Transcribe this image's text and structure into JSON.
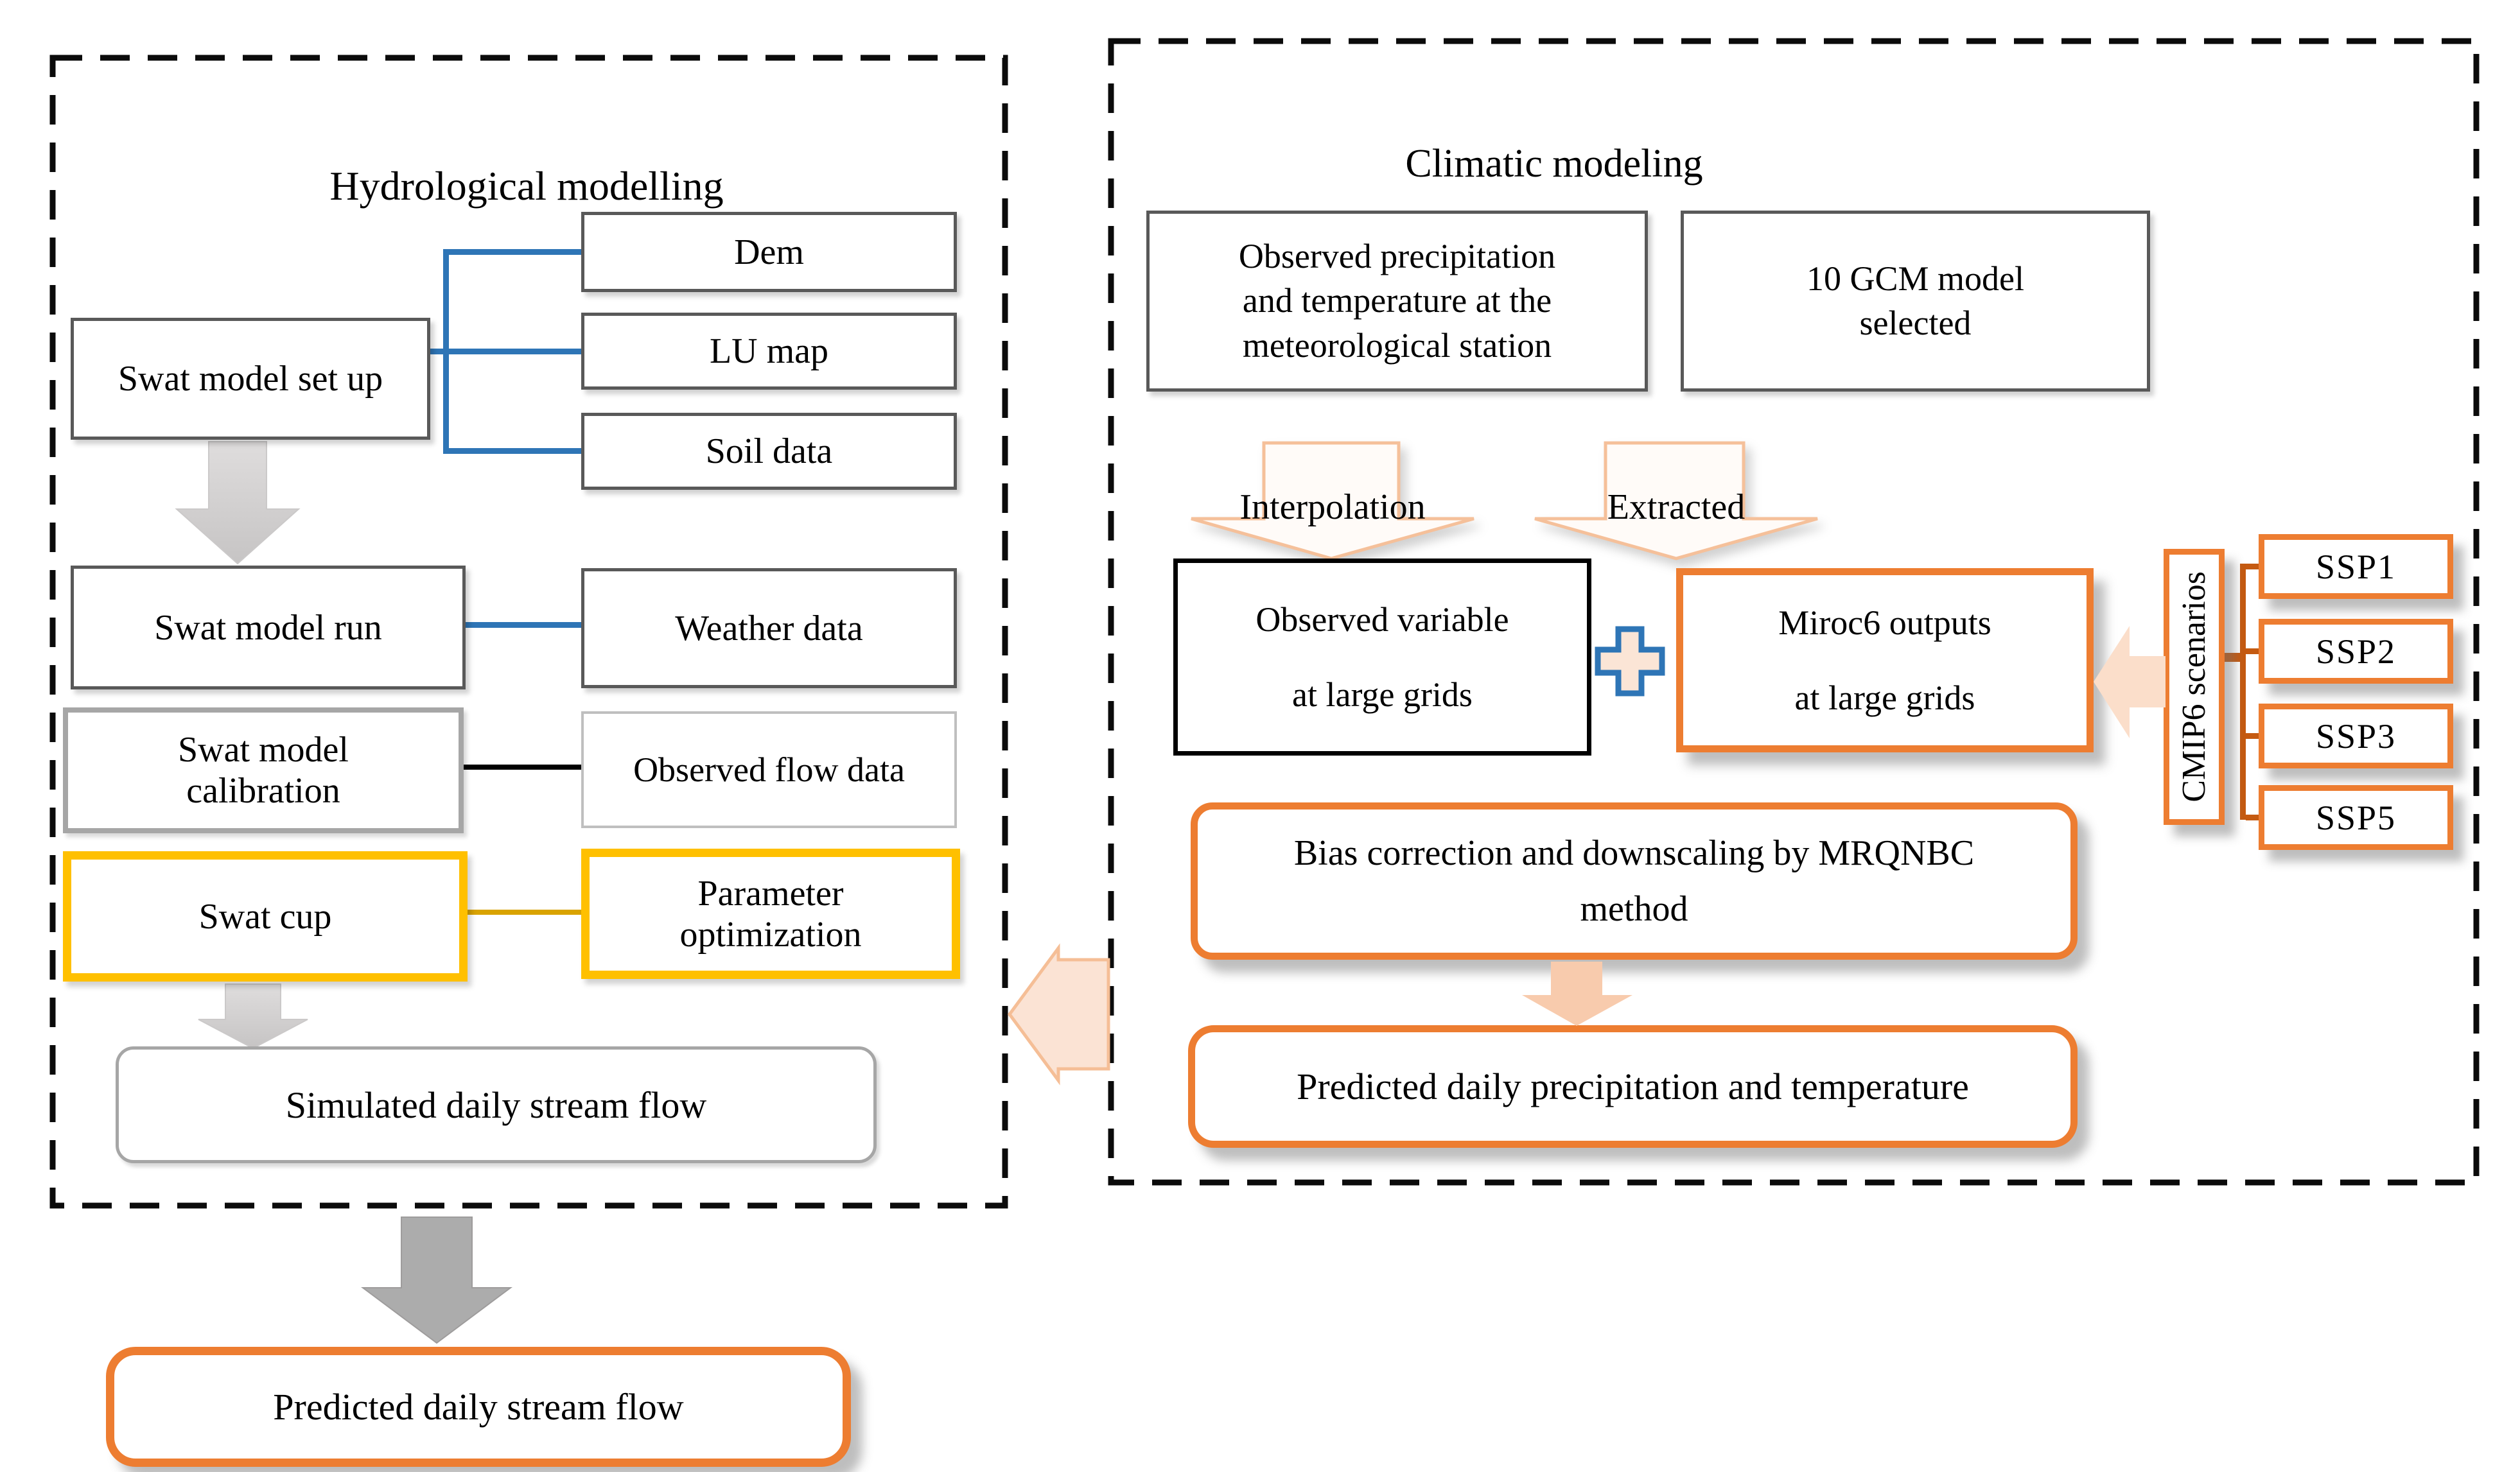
{
  "hydro": {
    "title": "Hydrological modelling",
    "setup": "Swat model set up",
    "dem": "Dem",
    "lu_map": "LU map",
    "soil": "Soil data",
    "run": "Swat model run",
    "weather": "Weather data",
    "calibration": [
      "Swat model",
      "calibration"
    ],
    "observed_flow": "Observed flow data",
    "swat_cup": "Swat cup",
    "param_opt": [
      "Parameter",
      "optimization"
    ],
    "simulated": "Simulated daily stream flow",
    "predicted": "Predicted daily stream flow"
  },
  "climatic": {
    "title": "Climatic modeling",
    "obs_precip": [
      "Observed precipitation",
      "and temperature at the",
      "meteorological station"
    ],
    "gcm": [
      "10 GCM model",
      "selected"
    ],
    "interpolation": "Interpolation",
    "extracted": "Extracted",
    "obs_var": [
      "Observed variable",
      "at large grids"
    ],
    "miroc": [
      "Miroc6 outputs",
      "at large grids"
    ],
    "cmip": "CMIP6 scenarios",
    "ssp": [
      "SSP1",
      "SSP2",
      "SSP3",
      "SSP5"
    ],
    "bias": [
      "Bias correction and downscaling by MRQNBC",
      "method"
    ],
    "predicted": "Predicted daily precipitation and temperature"
  },
  "colors": {
    "orange": "#ED7D31",
    "gold": "#FFC000",
    "blue": "#2E75B6",
    "bracket_orange": "#C55A11",
    "peach_fill": "#FBE5D6",
    "salmon_arrow": "#F8CBAD",
    "gray_border": "#A6A6A6",
    "dark_gray_border": "#595959",
    "light_gray_border": "#BFBFBF",
    "gray_arrow": "#CFCDCD",
    "big_gray_arrow": "#ACACAC"
  }
}
